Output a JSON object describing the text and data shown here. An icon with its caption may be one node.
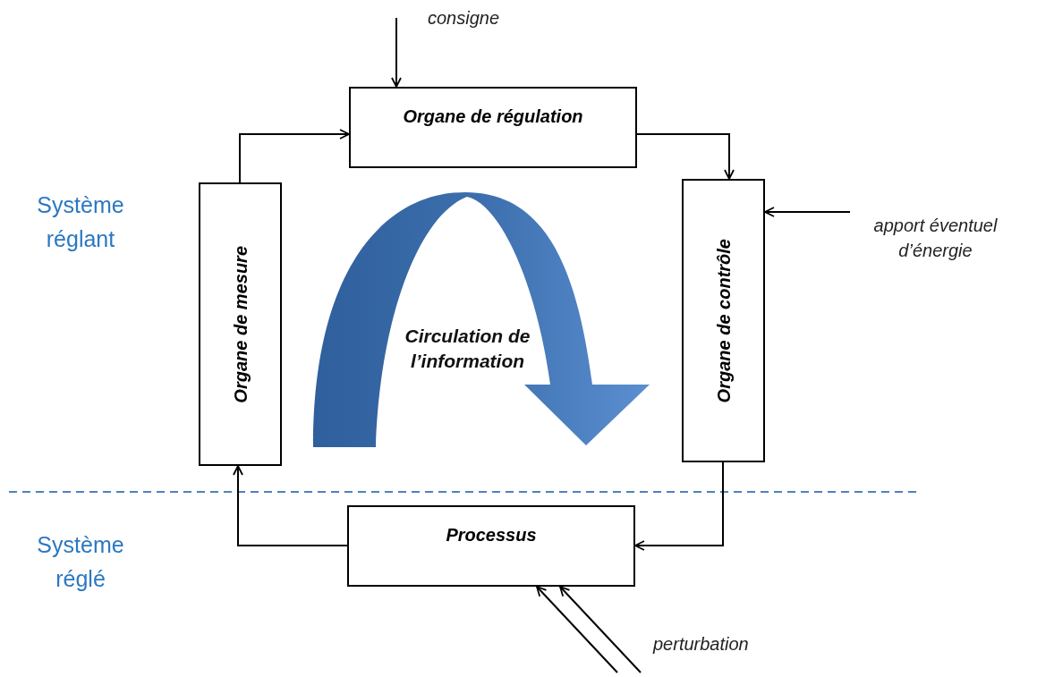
{
  "diagram": {
    "nodes": [
      {
        "text": [
          "Organe de régulation"
        ]
      },
      {
        "text": [
          "Organe de mesure"
        ]
      },
      {
        "text": [
          "Organe de contrôle"
        ]
      },
      {
        "text": [
          "Processus"
        ]
      },
      {
        "text": [
          "Circulation de l’information"
        ]
      }
    ],
    "edges": [
      {
        "from": 1,
        "to": 0,
        "arrow": "to"
      },
      {
        "from": 0,
        "to": 2,
        "arrow": "to"
      },
      {
        "from": 2,
        "to": 3,
        "arrow": "to"
      },
      {
        "from": 3,
        "to": 1,
        "arrow": "to"
      },
      {
        "from": null,
        "to": 0,
        "arrow": "to",
        "label": "consigne"
      },
      {
        "from": null,
        "to": 2,
        "arrow": "to",
        "label": "apport éventuel d’énergie"
      },
      {
        "from": null,
        "to": 3,
        "arrow": "to"
      },
      {
        "from": null,
        "to": 3,
        "arrow": "to",
        "label": "perturbation"
      }
    ],
    "labels": [
      "Système réglant",
      "Système réglé"
    ]
  }
}
